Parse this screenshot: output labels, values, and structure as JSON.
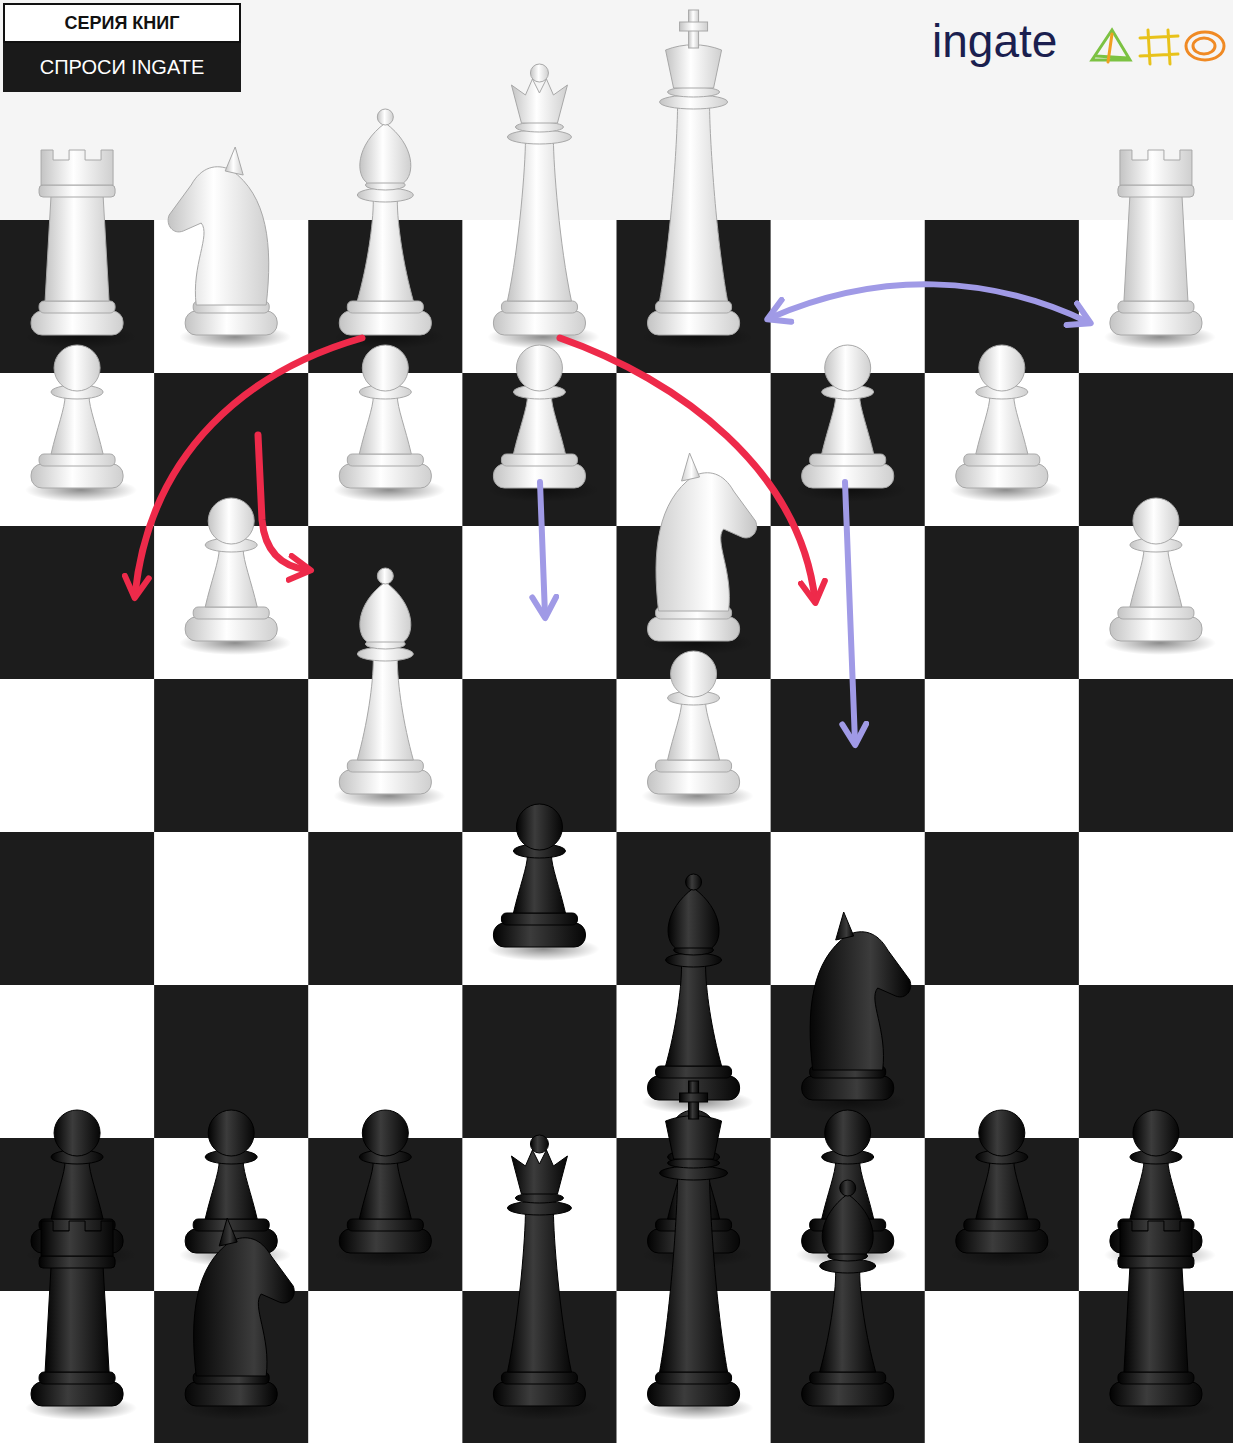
{
  "diagram": {
    "nodes": [
      {
        "text": [
          "СЕРИЯ КНИГ"
        ]
      },
      {
        "text": [
          "СПРОСИ INGATE"
        ]
      }
    ],
    "labels": [
      "ingate"
    ]
  }
}
